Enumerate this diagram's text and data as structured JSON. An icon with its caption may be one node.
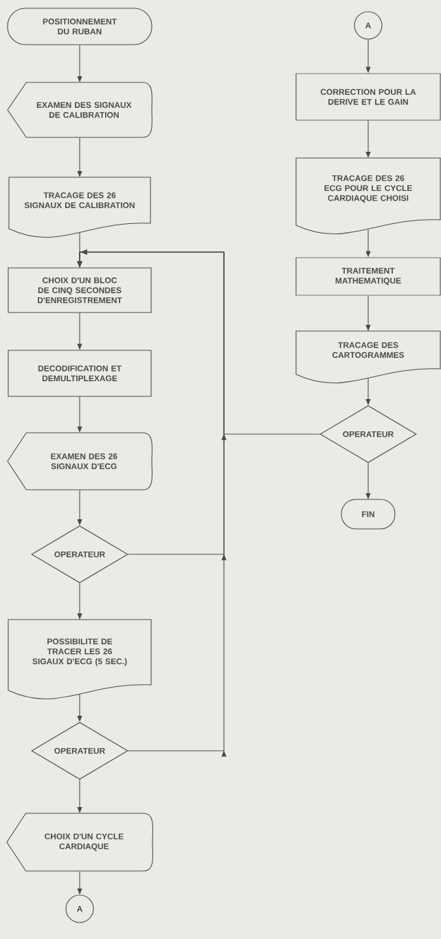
{
  "diagram": {
    "nodes": [
      {
        "text": [
          "POSITIONNEMENT DU RUBAN"
        ]
      },
      {
        "text": [
          "EXAMEN DES SIGNAUX DE CALIBRATION"
        ]
      },
      {
        "text": [
          "TRACAGE DES 26 SIGNAUX DE CALIBRATION"
        ]
      },
      {
        "text": [
          "CHOIX D'UN BLOC DE CINQ SECONDES D'ENREGISTREMENT"
        ]
      },
      {
        "text": [
          "DECODIFICATION ET DEMULTIPLEXAGE"
        ]
      },
      {
        "text": [
          "EXAMEN DES 26 SIGNAUX D'ECG"
        ]
      },
      {
        "text": [
          "OPERATEUR"
        ]
      },
      {
        "text": [
          "POSSIBILITE DE TRACER LES 26 SIGAUX D'ECG (5 SEC.)"
        ]
      },
      {
        "text": [
          "OPERATEUR"
        ]
      },
      {
        "text": [
          "CHOIX D'UN CYCLE CARDIAQUE"
        ]
      },
      {
        "text": [
          "A"
        ]
      },
      {
        "text": [
          "A"
        ]
      },
      {
        "text": [
          "CORRECTION POUR LA DERIVE ET LE GAIN"
        ]
      },
      {
        "text": [
          "TRACAGE DES 26 ECG POUR LE CYCLE CARDIAQUE CHOISI"
        ]
      },
      {
        "text": [
          "TRAITEMENT MATHEMATIQUE"
        ]
      },
      {
        "text": [
          "TRACAGE DES CARTOGRAMMES"
        ]
      },
      {
        "text": [
          "OPERATEUR"
        ]
      },
      {
        "text": [
          "FIN"
        ]
      }
    ],
    "edges": [
      {
        "from": 0,
        "to": 1,
        "arrow": "to"
      },
      {
        "from": 1,
        "to": 2,
        "arrow": "to"
      },
      {
        "from": 2,
        "to": 3,
        "arrow": "to"
      },
      {
        "from": 3,
        "to": 4,
        "arrow": "to"
      },
      {
        "from": 4,
        "to": 5,
        "arrow": "to"
      },
      {
        "from": 5,
        "to": 6,
        "arrow": "to"
      },
      {
        "from": 6,
        "to": 7,
        "arrow": "to"
      },
      {
        "from": 7,
        "to": 8,
        "arrow": "to"
      },
      {
        "from": 8,
        "to": 9,
        "arrow": "to"
      },
      {
        "from": 9,
        "to": 10,
        "arrow": "to"
      },
      {
        "from": 11,
        "to": 12,
        "arrow": "to"
      },
      {
        "from": 12,
        "to": 13,
        "arrow": "to"
      },
      {
        "from": 13,
        "to": 14,
        "arrow": "to"
      },
      {
        "from": 14,
        "to": 15,
        "arrow": "to"
      },
      {
        "from": 15,
        "to": 16,
        "arrow": "to"
      },
      {
        "from": 16,
        "to": 17,
        "arrow": "to"
      },
      {
        "from": 6,
        "to": 3,
        "arrow": "to"
      },
      {
        "from": 8,
        "to": 3,
        "arrow": "to"
      },
      {
        "from": 16,
        "to": 3,
        "arrow": "to"
      }
    ]
  }
}
